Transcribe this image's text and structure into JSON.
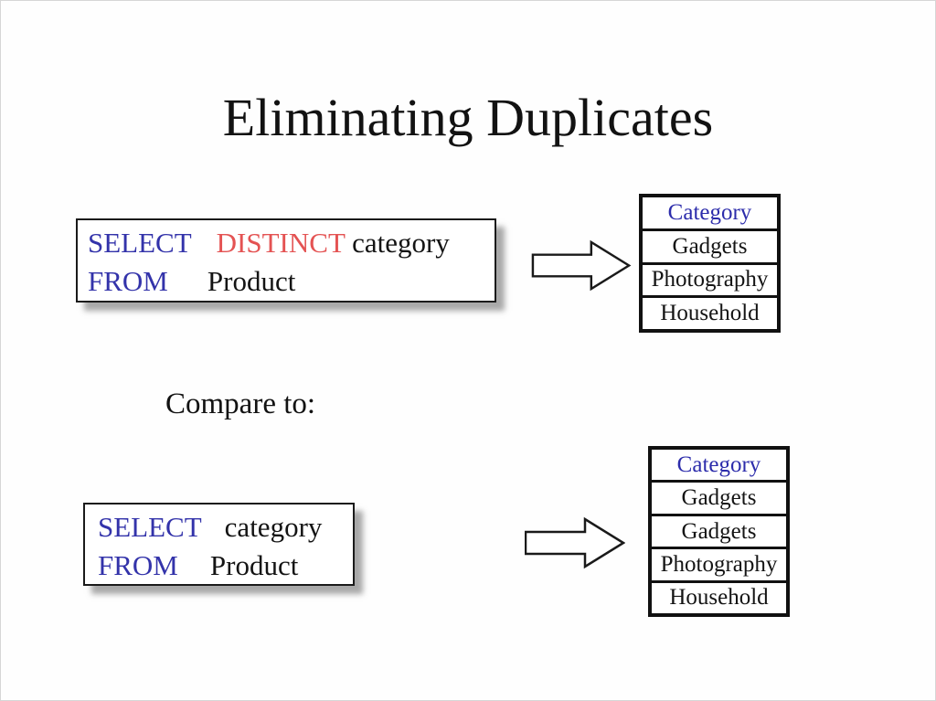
{
  "slide": {
    "title": "Eliminating Duplicates",
    "compare_label": "Compare to:"
  },
  "colors": {
    "keyword_blue": "#3333aa",
    "distinct_red": "#e45353",
    "header_blue": "#2c2cab",
    "body_black": "#141414"
  },
  "icons": {
    "arrow_right": "block-right-arrow"
  },
  "query_distinct": {
    "select_keyword": "SELECT",
    "distinct_keyword": "DISTINCT",
    "select_column": "category",
    "from_keyword": "FROM",
    "from_table": "Product"
  },
  "query_plain": {
    "select_keyword": "SELECT",
    "select_column": "category",
    "from_keyword": "FROM",
    "from_table": "Product"
  },
  "result_distinct": {
    "header": "Category",
    "rows": [
      "Gadgets",
      "Photography",
      "Household"
    ]
  },
  "result_plain": {
    "header": "Category",
    "rows": [
      "Gadgets",
      "Gadgets",
      "Photography",
      "Household"
    ]
  }
}
